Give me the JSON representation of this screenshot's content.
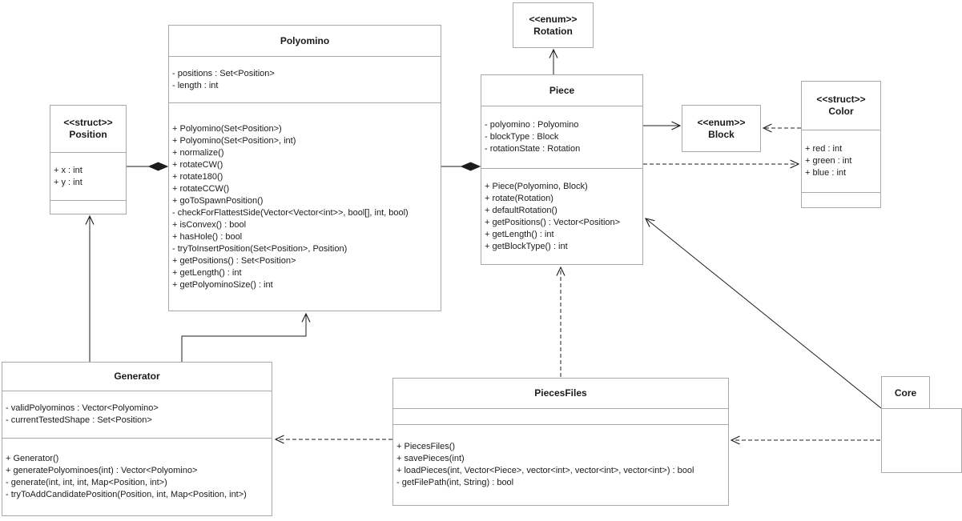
{
  "diagram_title": "Polyomino UML class diagram",
  "colors": {
    "box_border": "#a9a9a9",
    "box_fill": "#ffffff",
    "text": "#1b1b1b",
    "line": "#1c1c1c"
  },
  "classes": {
    "polyomino": {
      "name": "Polyomino",
      "attributes": [
        "- positions : Set<Position>",
        "- length : int"
      ],
      "methods": [
        "+ Polyomino(Set<Position>)",
        "+ Polyomino(Set<Position>, int)",
        "+ normalize()",
        "+ rotateCW()",
        "+ rotate180()",
        "+ rotateCCW()",
        "+ goToSpawnPosition()",
        "- checkForFlattestSide(Vector<Vector<int>>, bool[], int, bool)",
        "+ isConvex() : bool",
        "+ hasHole() : bool",
        "- tryToInsertPosition(Set<Position>, Position)",
        "+ getPositions() : Set<Position>",
        "+ getLength() : int",
        "+ getPolyominoSize() : int"
      ]
    },
    "position": {
      "stereotype": "<<struct>>",
      "name": "Position",
      "attributes": [
        "+ x : int",
        "+ y : int"
      ],
      "methods": []
    },
    "rotation": {
      "stereotype": "<<enum>>",
      "name": "Rotation"
    },
    "piece": {
      "name": "Piece",
      "attributes": [
        "- polyomino : Polyomino",
        "- blockType : Block",
        "- rotationState : Rotation"
      ],
      "methods": [
        "+ Piece(Polyomino, Block)",
        "+ rotate(Rotation)",
        "+ defaultRotation()",
        "+ getPositions() : Vector<Position>",
        "+ getLength() : int",
        "+ getBlockType() : int"
      ]
    },
    "block": {
      "stereotype": "<<enum>>",
      "name": "Block"
    },
    "color": {
      "stereotype": "<<struct>>",
      "name": "Color",
      "attributes": [
        "+ red : int",
        "+ green : int",
        "+ blue : int"
      ],
      "methods": []
    },
    "generator": {
      "name": "Generator",
      "attributes": [
        "- validPolyominos : Vector<Polyomino>",
        "- currentTestedShape : Set<Position>"
      ],
      "methods": [
        "+ Generator()",
        "+ generatePolyominoes(int) : Vector<Polyomino>",
        "- generate(int, int, int, Map<Position, int>)",
        "- tryToAddCandidatePosition(Position, int, Map<Position, int>)"
      ]
    },
    "piecesfiles": {
      "name": "PiecesFiles",
      "attributes": [],
      "methods": [
        "+ PiecesFiles()",
        "+ savePieces(int)",
        "+ loadPieces(int, Vector<Piece>, vector<int>, vector<int>, vector<int>) : bool",
        "- getFilePath(int, String) : bool"
      ]
    },
    "core": {
      "name": "Core",
      "shape": "package"
    }
  },
  "relationships": [
    {
      "source": "Polyomino",
      "target": "Position",
      "type": "composition",
      "line": "solid",
      "diamond_at": "Polyomino"
    },
    {
      "source": "Piece",
      "target": "Polyomino",
      "type": "composition",
      "line": "solid",
      "diamond_at": "Piece"
    },
    {
      "source": "Piece",
      "target": "Rotation",
      "type": "association",
      "line": "solid",
      "arrow_at": "Rotation"
    },
    {
      "source": "Piece",
      "target": "Block",
      "type": "association",
      "line": "solid",
      "arrow_at": "Block"
    },
    {
      "source": "Color",
      "target": "Block",
      "type": "dependency",
      "line": "dashed",
      "arrow_at": "Block"
    },
    {
      "source": "Piece",
      "target": "Color",
      "type": "dependency",
      "line": "dashed",
      "arrow_at": "Color"
    },
    {
      "source": "Generator",
      "target": "Position",
      "type": "association",
      "line": "solid",
      "arrow_at": "Position"
    },
    {
      "source": "Generator",
      "target": "Polyomino",
      "type": "association",
      "line": "solid",
      "arrow_at": "Polyomino"
    },
    {
      "source": "PiecesFiles",
      "target": "Piece",
      "type": "dependency",
      "line": "dashed",
      "arrow_at": "Piece"
    },
    {
      "source": "PiecesFiles",
      "target": "Generator",
      "type": "dependency",
      "line": "dashed",
      "arrow_at": "Generator"
    },
    {
      "source": "Core",
      "target": "PiecesFiles",
      "type": "dependency",
      "line": "dashed",
      "arrow_at": "PiecesFiles"
    },
    {
      "source": "Core",
      "target": "Piece",
      "type": "association",
      "line": "solid",
      "arrow_at": "Piece"
    }
  ]
}
